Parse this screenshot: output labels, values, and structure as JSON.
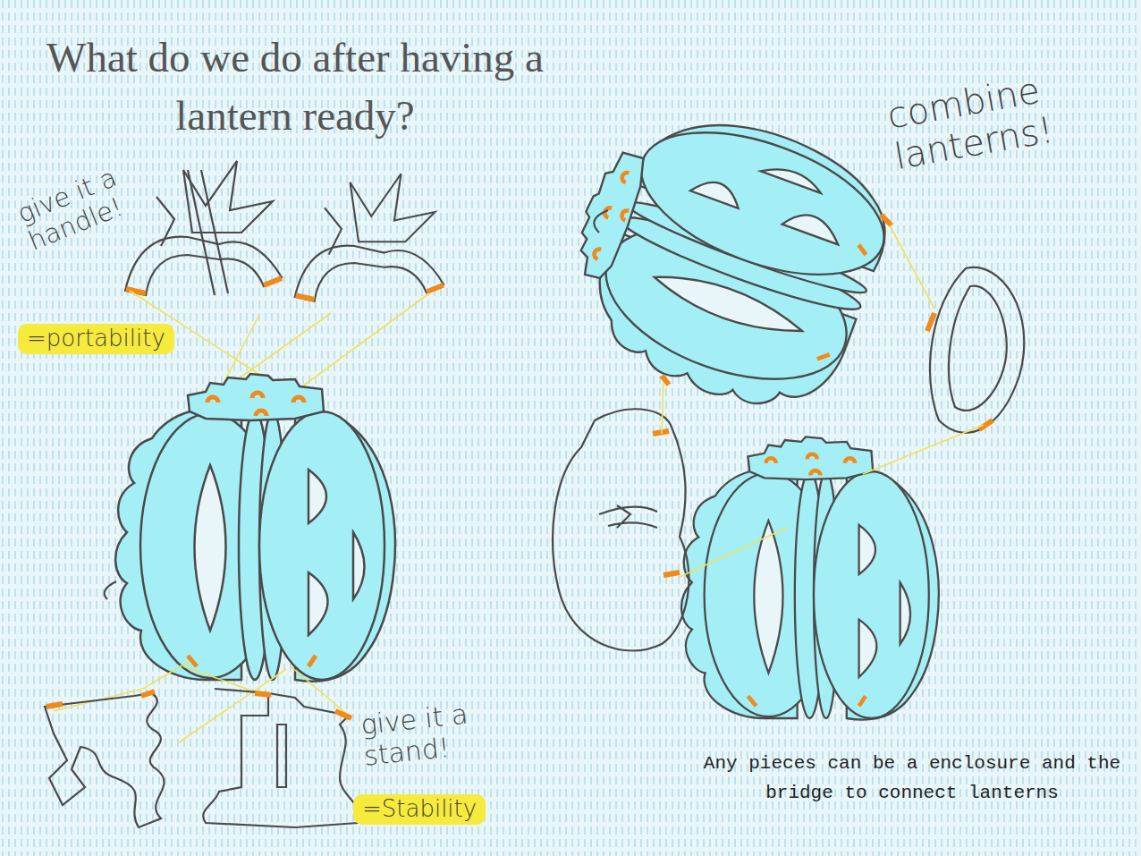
{
  "diagram": {
    "title": "What do we do after having a lantern ready?",
    "labels": [
      "give it a handle!",
      "=portability",
      "combine lanterns!",
      "give it a stand!",
      "=Stability",
      "Any pieces can be a enclosure and the bridge to connect lanterns"
    ]
  }
}
